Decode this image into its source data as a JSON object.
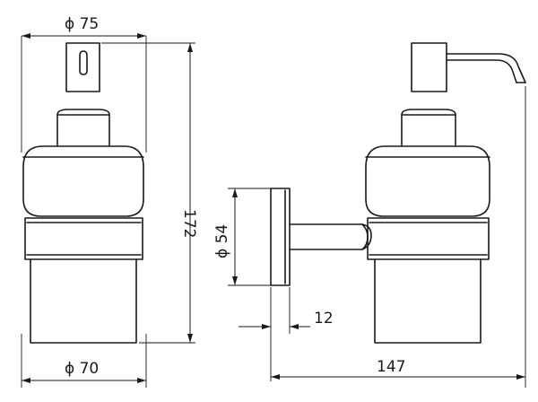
{
  "dimensions": {
    "top_diameter": "ϕ 75",
    "bottom_diameter": "ϕ 70",
    "height": "172",
    "plate_diameter": "ϕ 54",
    "plate_thickness": "12",
    "projection": "147"
  }
}
